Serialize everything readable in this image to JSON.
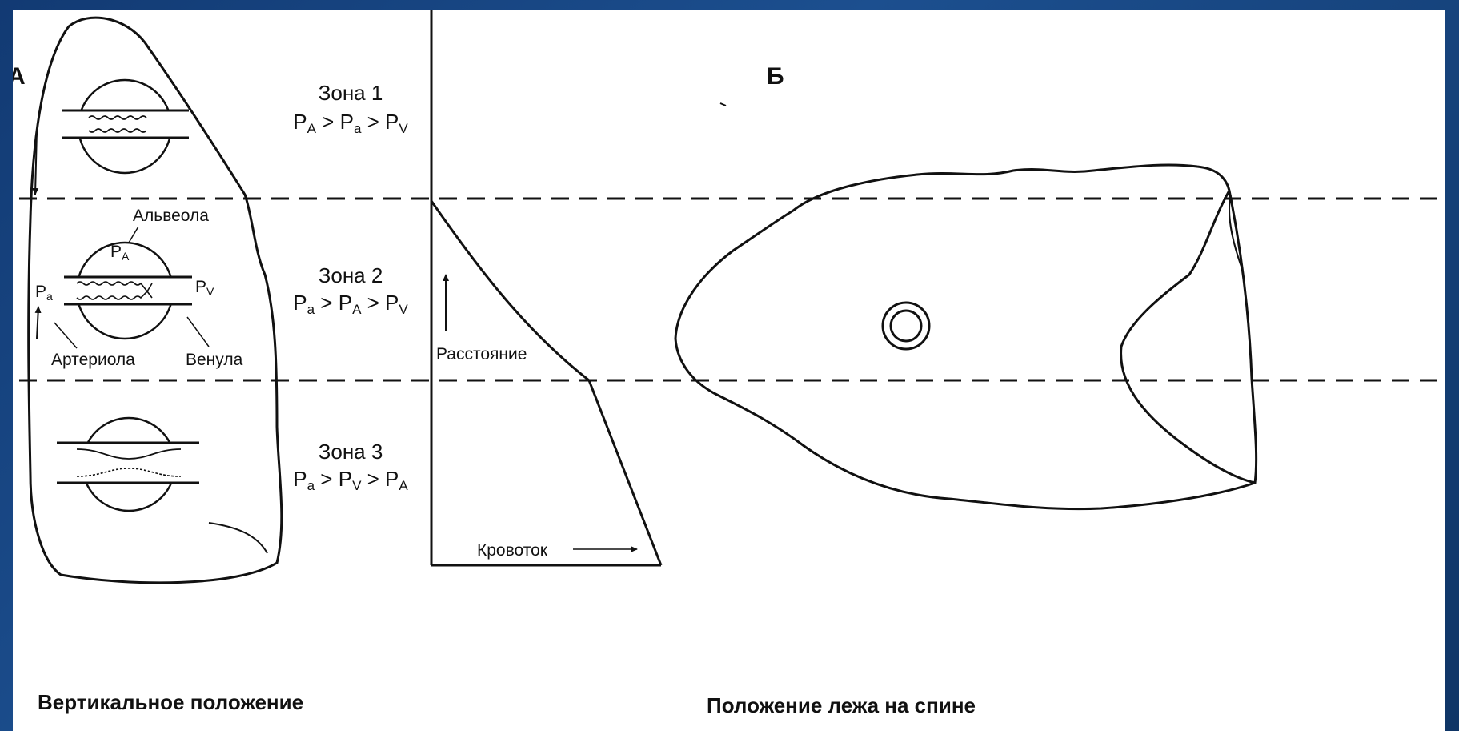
{
  "panels": {
    "a": "А",
    "b": "Б"
  },
  "zones": [
    {
      "name": "Зона 1",
      "formula": [
        "P",
        "A",
        " > ",
        "P",
        "a",
        " > ",
        "P",
        "V"
      ]
    },
    {
      "name": "Зона 2",
      "formula": [
        "P",
        "a",
        " > ",
        "P",
        "A",
        " > ",
        "P",
        "V"
      ]
    },
    {
      "name": "Зона 3",
      "formula": [
        "P",
        "a",
        " > ",
        "P",
        "V",
        " > ",
        "P",
        "A"
      ]
    }
  ],
  "vessel_labels": {
    "alveola": "Альвеола",
    "pa_alv": {
      "base": "P",
      "sub": "A"
    },
    "pa_art": {
      "base": "P",
      "sub": "a"
    },
    "pv": {
      "base": "P",
      "sub": "V"
    },
    "arteriola": "Артериола",
    "venula": "Венула"
  },
  "graph": {
    "distance_label": "Расстояние",
    "blood_flow_label": "Кровоток"
  },
  "captions": {
    "left": "Вертикальное положение",
    "right": "Положение лежа на спине"
  }
}
